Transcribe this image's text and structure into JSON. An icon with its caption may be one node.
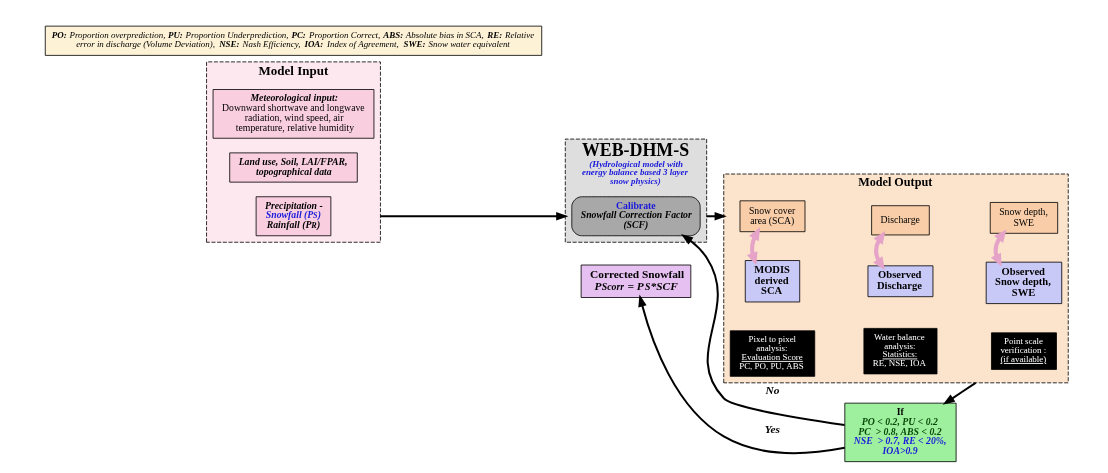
{
  "diagram": {
    "nodes": [
      {
        "text": [
          "Model Input"
        ]
      },
      {
        "text": [
          "Meteorological input:",
          "Downward shortwave and longwave radiation, wind speed, air temperature, relative humidity"
        ],
        "in": 0
      },
      {
        "text": [
          "Land use, Soil, LAI/FPAR, topographical data"
        ],
        "in": 0
      },
      {
        "text": [
          "Precipitation -",
          "Snowfall (P$_{S}$)",
          "Rainfall (P$_{R}$)"
        ],
        "in": 0
      },
      {
        "text": [
          "WEB-DHM-S",
          "(Hydrological model with energy balance based 3 layer snow physics)"
        ]
      },
      {
        "text": [
          "Calibrate",
          "Snowfall Correction Factor (SCF)"
        ],
        "in": 4
      },
      {
        "text": [
          "Model Output"
        ]
      },
      {
        "text": [
          "Snow cover area (SCA)"
        ],
        "in": 6
      },
      {
        "text": [
          "Discharge"
        ],
        "in": 6
      },
      {
        "text": [
          "Snow depth, SWE"
        ],
        "in": 6
      },
      {
        "text": [
          "MODIS derived SCA"
        ],
        "in": 6
      },
      {
        "text": [
          "Observed Discharge"
        ],
        "in": 6
      },
      {
        "text": [
          "Observed Snow depth, SWE"
        ],
        "in": 6
      },
      {
        "text": [
          "Pixel to pixel analysis:",
          "Evaluation Score",
          "PC, PO, PU, ABS"
        ],
        "in": 6
      },
      {
        "text": [
          "Water balance analysis:",
          "Statistics:",
          "RE, NSE, IOA"
        ],
        "in": 6
      },
      {
        "text": [
          "Point scale verification :",
          "(if available)"
        ],
        "in": 6
      },
      {
        "text": [
          "If",
          "PO < 0.2, PU < 0.2",
          "PC  > 0.8, ABS < 0.2",
          "NSE  > 0.7, RE < 20%, IOA>0.9"
        ]
      },
      {
        "text": [
          "Corrected Snowfall",
          "P$_{Scorr}$ = P$_{S}$*SCF"
        ]
      }
    ],
    "edges": [
      {
        "from": 0,
        "to": 4,
        "arrow": "to"
      },
      {
        "from": 4,
        "to": 6,
        "arrow": "to"
      },
      {
        "from": 7,
        "to": 10,
        "arrow": "both",
        "style": "thick",
        "color": "#e6a3c8"
      },
      {
        "from": 8,
        "to": 11,
        "arrow": "both",
        "style": "thick",
        "color": "#e6a3c8"
      },
      {
        "from": 9,
        "to": 12,
        "arrow": "both",
        "style": "thick",
        "color": "#e6a3c8"
      },
      {
        "from": 6,
        "to": 16,
        "arrow": "to"
      },
      {
        "from": 16,
        "to": 5,
        "arrow": "to",
        "label": "No"
      },
      {
        "from": 16,
        "to": 17,
        "arrow": "to",
        "label": "Yes"
      }
    ],
    "labels": [
      "**PO:** Proportion overprediction, **PU:** Proportion Underprediction, **PC:** Proportion Correct, **ABS:** Absolute bias in SCA, **RE:** Relative error in discharge (Volume Deviation), **NSE:** Nash Efficiency, **IOA:** Index of Agreement, **SWE:** Snow water equivalent"
    ]
  }
}
